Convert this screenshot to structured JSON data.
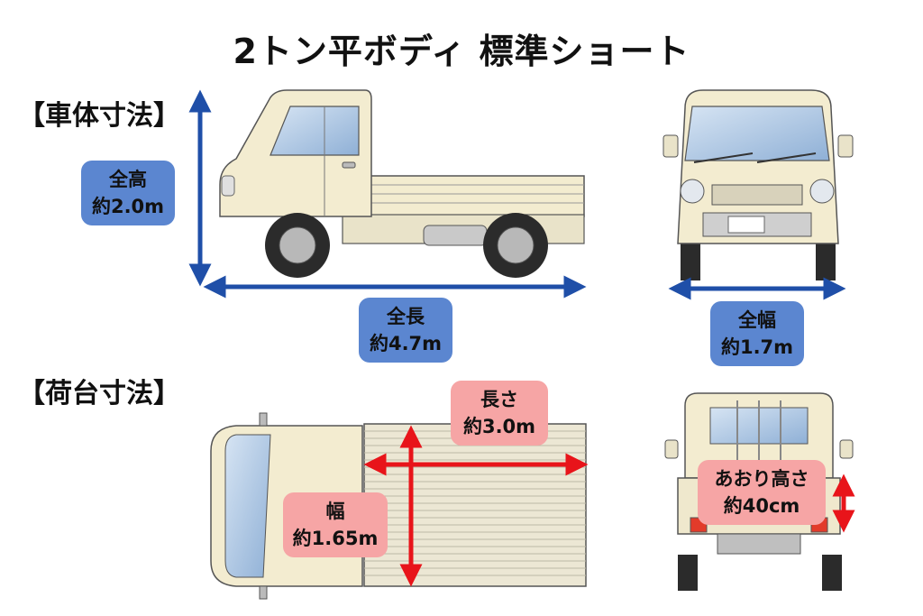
{
  "title": "2トン平ボディ 標準ショート",
  "sections": {
    "vehicle": "【車体寸法】",
    "cargo": "【荷台寸法】"
  },
  "labels": {
    "height": {
      "name": "全高",
      "value": "約2.0m"
    },
    "length": {
      "name": "全長",
      "value": "約4.7m"
    },
    "width": {
      "name": "全幅",
      "value": "約1.7m"
    },
    "bed_length": {
      "name": "長さ",
      "value": "約3.0m"
    },
    "bed_width": {
      "name": "幅",
      "value": "約1.65m"
    },
    "gate_height": {
      "name": "あおり高さ",
      "value": "約40cm"
    }
  },
  "colors": {
    "dimension_arrow_vehicle": "#1f4fa8",
    "dimension_arrow_cargo": "#e8141a",
    "label_blue": "#5b86d0",
    "label_pink": "#f6a5a5",
    "truck_body": "#f3ecd0"
  }
}
